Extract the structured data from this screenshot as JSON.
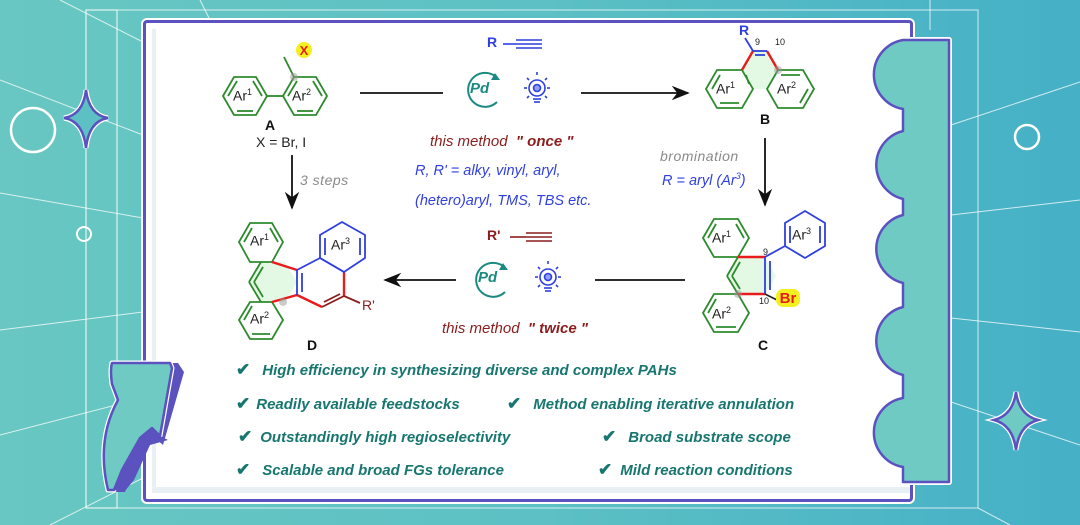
{
  "scheme": {
    "compounds": {
      "A": {
        "label": "A",
        "ring1": "Ar",
        "ring1_sup": "1",
        "ring2": "Ar",
        "ring2_sup": "2",
        "substituent": "X",
        "note": "X = Br, I"
      },
      "B": {
        "label": "B",
        "ring1": "Ar",
        "ring1_sup": "1",
        "ring2": "Ar",
        "ring2_sup": "2",
        "substituent": "R",
        "pos9": "9",
        "pos10": "10"
      },
      "C": {
        "label": "C",
        "ring1": "Ar",
        "ring1_sup": "1",
        "ring2": "Ar",
        "ring2_sup": "2",
        "ring3": "Ar",
        "ring3_sup": "3",
        "substituent": "Br",
        "pos9": "9",
        "pos10": "10"
      },
      "D": {
        "label": "D",
        "ring1": "Ar",
        "ring1_sup": "1",
        "ring2": "Ar",
        "ring2_sup": "2",
        "ring3": "Ar",
        "ring3_sup": "3",
        "substituent": "R'"
      }
    },
    "steps": {
      "a_to_b": {
        "reagent": "R",
        "catalyst": "Pd",
        "note_prefix": "this method",
        "note_emph": "\" once \""
      },
      "scope_line1": "R, R' = alky, vinyl, aryl,",
      "scope_line2": "(hetero)aryl, TMS, TBS etc.",
      "a_to_d": {
        "note": "3 steps"
      },
      "b_to_c": {
        "note": "bromination",
        "cond_prefix": "R = aryl (Ar",
        "cond_sup": "3",
        "cond_suffix": ")"
      },
      "c_to_d": {
        "reagent": "R'",
        "catalyst": "Pd",
        "note_prefix": "this method",
        "note_emph": "\" twice \""
      }
    }
  },
  "features": [
    "High efficiency in synthesizing diverse and complex PAHs",
    "Readily available feedstocks",
    "Method enabling iterative annulation",
    "Outstandingly high regioselectivity",
    "Broad substrate scope",
    "Scalable and broad FGs tolerance",
    "Mild reaction conditions"
  ],
  "check_glyph": "✔",
  "colors": {
    "ring_green": "#2e8b2e",
    "ring_blue": "#2f3fe0",
    "bond_red": "#e81c1c",
    "accent_teal": "#17766f",
    "frame_purple": "#5b52bf",
    "cond_red": "#8b1d1d"
  }
}
